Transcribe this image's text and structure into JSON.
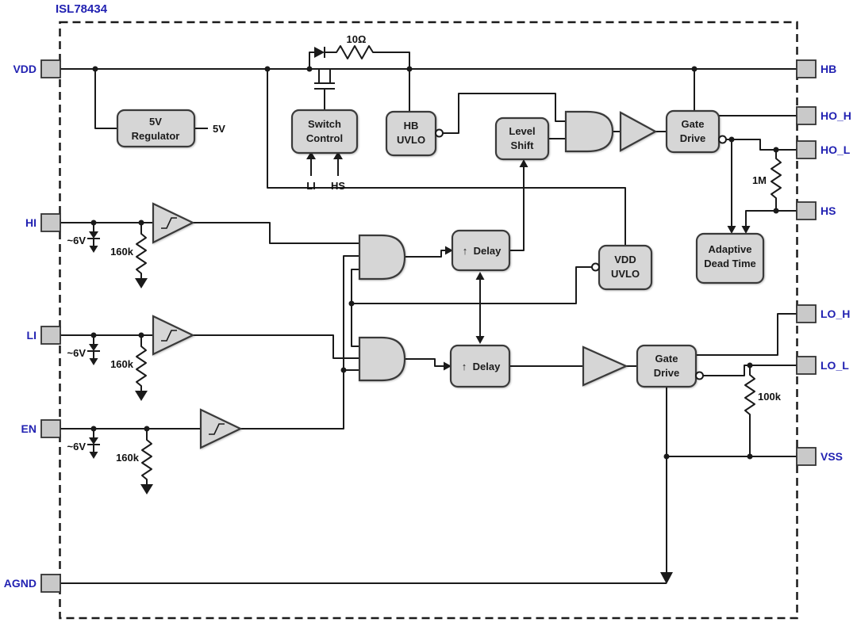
{
  "title": "ISL78434",
  "pins": {
    "left": [
      {
        "id": "VDD",
        "label": "VDD"
      },
      {
        "id": "HI",
        "label": "HI"
      },
      {
        "id": "LI",
        "label": "LI"
      },
      {
        "id": "EN",
        "label": "EN"
      },
      {
        "id": "AGND",
        "label": "AGND"
      }
    ],
    "right": [
      {
        "id": "HB",
        "label": "HB"
      },
      {
        "id": "HO_H",
        "label": "HO_H"
      },
      {
        "id": "HO_L",
        "label": "HO_L"
      },
      {
        "id": "HS",
        "label": "HS"
      },
      {
        "id": "LO_H",
        "label": "LO_H"
      },
      {
        "id": "LO_L",
        "label": "LO_L"
      },
      {
        "id": "VSS",
        "label": "VSS"
      }
    ]
  },
  "blocks": {
    "regulator": {
      "line1": "5V",
      "line2": "Regulator"
    },
    "switch_control": {
      "line1": "Switch",
      "line2": "Control"
    },
    "hb_uvlo": {
      "line1": "HB",
      "line2": "UVLO"
    },
    "level_shift": {
      "line1": "Level",
      "line2": "Shift"
    },
    "gate_drive_high": {
      "line1": "Gate",
      "line2": "Drive"
    },
    "delay_high": {
      "icon": "↑",
      "label": "Delay"
    },
    "delay_low": {
      "icon": "↑",
      "label": "Delay"
    },
    "vdd_uvlo": {
      "line1": "VDD",
      "line2": "UVLO"
    },
    "adaptive_dead_time": {
      "line1": "Adaptive",
      "line2": "Dead Time"
    },
    "gate_drive_low": {
      "line1": "Gate",
      "line2": "Drive"
    }
  },
  "labels": {
    "boot_resistor": "10Ω",
    "regulator_output": "5V",
    "switch_control_in1": "LI",
    "switch_control_in2": "HS",
    "ho_gate_resistor": "1M",
    "lo_gate_resistor": "100k",
    "hi_pulldown": "160k",
    "li_pulldown": "160k",
    "en_pulldown": "160k",
    "hi_clamp": "~6V",
    "li_clamp": "~6V",
    "en_clamp": "~6V"
  },
  "colors": {
    "pin_label": "#2222b2",
    "title": "#2222b2",
    "block_fill": "#d6d6d6",
    "block_border": "#3a3a3a",
    "wire": "#1a1a1a",
    "pin_fill": "#c9c9c9"
  }
}
